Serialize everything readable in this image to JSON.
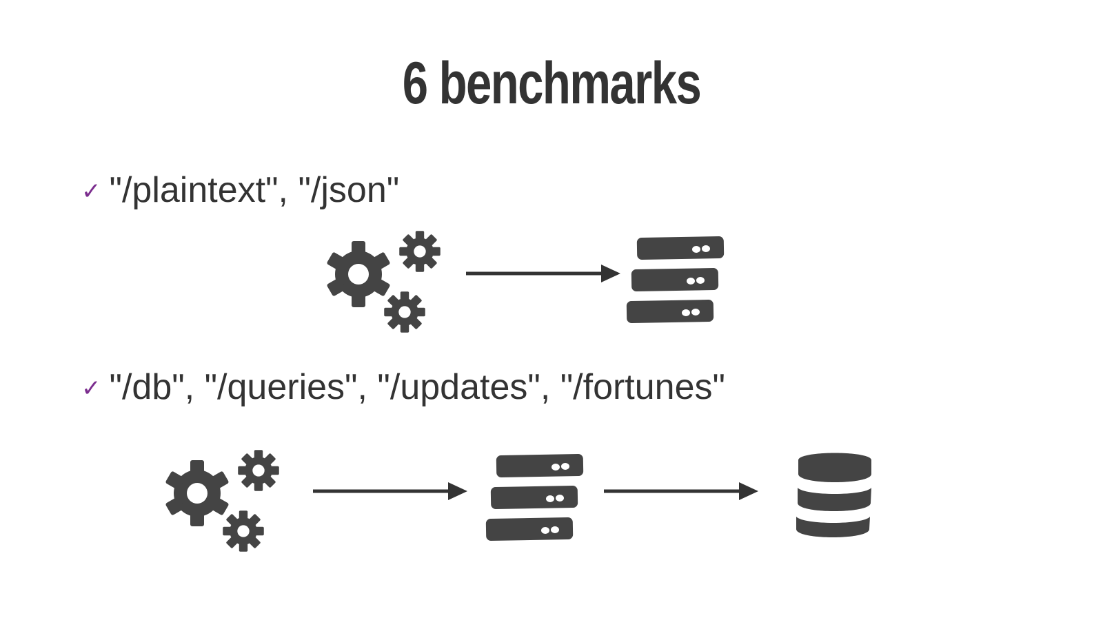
{
  "slide": {
    "title": "6 benchmarks",
    "accent_color": "#7b2d8e",
    "icon_color": "#444444"
  },
  "bullets": [
    {
      "marker": "✓",
      "text": "\"/plaintext\", \"/json\"",
      "diagram": [
        "gears-icon",
        "arrow",
        "server-icon"
      ]
    },
    {
      "marker": "✓",
      "text": "\"/db\", \"/queries\", \"/updates\", \"/fortunes\"",
      "diagram": [
        "gears-icon",
        "arrow",
        "server-icon",
        "arrow",
        "database-icon"
      ]
    }
  ]
}
